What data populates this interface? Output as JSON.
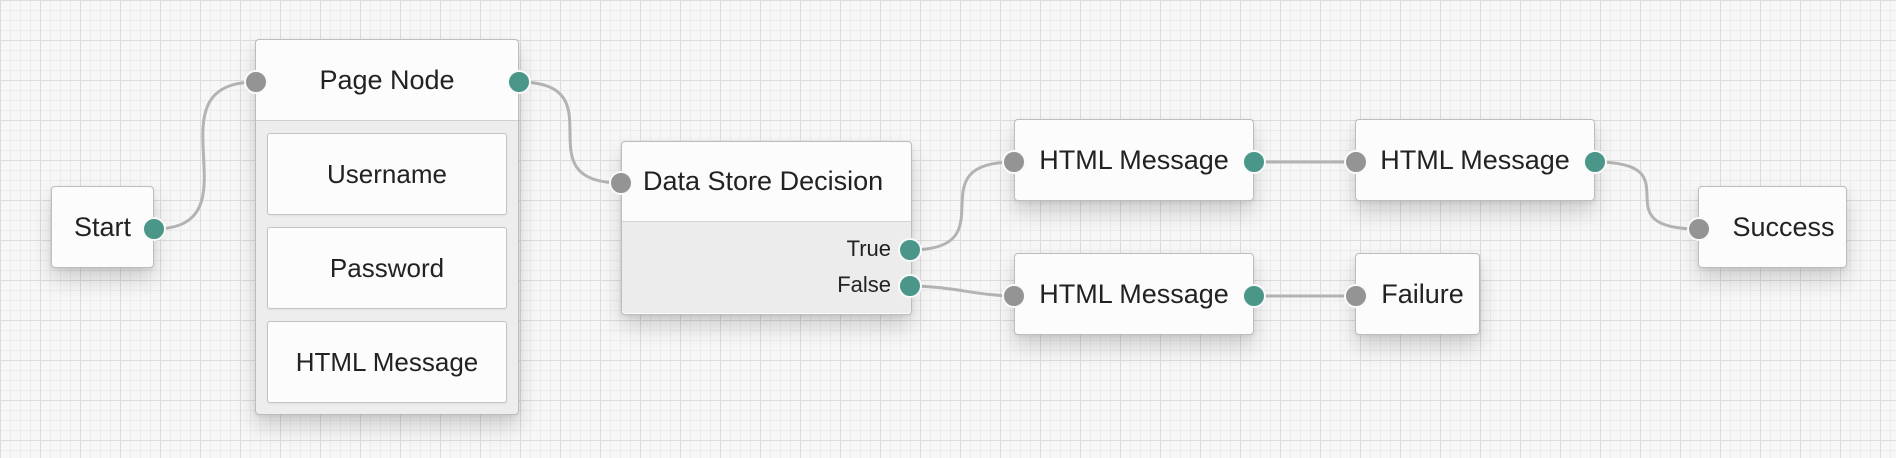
{
  "colors": {
    "canvas_background": "#f7f7f7",
    "grid_line": "#dcdcdc",
    "node_background": "#fcfcfc",
    "node_border": "#bdbdbd",
    "input_port": "#949494",
    "output_port": "#4a978a",
    "connector": "#b3b3b3"
  },
  "nodes": {
    "start": {
      "label": "Start"
    },
    "page_node": {
      "label": "Page Node",
      "children": [
        "Username",
        "Password",
        "HTML Message"
      ]
    },
    "data_store_decision": {
      "label": "Data Store Decision",
      "outcomes": [
        "True",
        "False"
      ]
    },
    "html_message_1": {
      "label": "HTML Message"
    },
    "html_message_2": {
      "label": "HTML Message"
    },
    "html_message_3": {
      "label": "HTML Message"
    },
    "success": {
      "label": "Success"
    },
    "failure": {
      "label": "Failure"
    }
  },
  "connections": [
    {
      "from": "start",
      "to": "page_node"
    },
    {
      "from": "page_node",
      "to": "data_store_decision"
    },
    {
      "from": "data_store_decision.True",
      "to": "html_message_1"
    },
    {
      "from": "data_store_decision.False",
      "to": "html_message_3"
    },
    {
      "from": "html_message_1",
      "to": "html_message_2"
    },
    {
      "from": "html_message_2",
      "to": "success"
    },
    {
      "from": "html_message_3",
      "to": "failure"
    }
  ]
}
